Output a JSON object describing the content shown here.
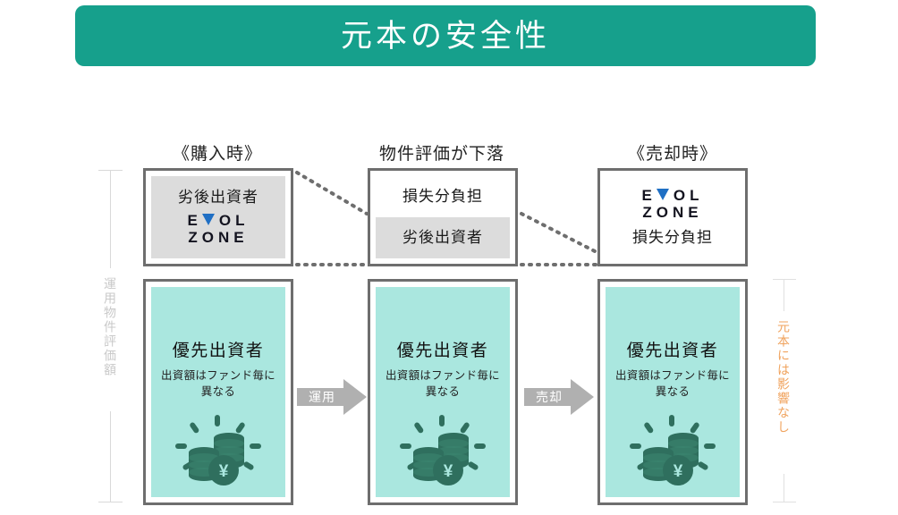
{
  "header": {
    "title": "元本の安全性",
    "bg_color": "#16a08c",
    "text_color": "#ffffff"
  },
  "axes": {
    "left": {
      "label": "運用物件評価額",
      "color": "#c9c9c9"
    },
    "right": {
      "label": "元本には影響なし",
      "color": "#f0a35e"
    }
  },
  "columns": [
    {
      "header": "《購入時》",
      "top_box": {
        "fill": "#dcdcdc",
        "label": "劣後出資者",
        "logo": {
          "line1": "EVOL",
          "line2": "ZONE",
          "triangle_color": "#1f6fc4"
        },
        "has_logo": true
      },
      "bottom_box": {
        "fill": "#aae7df",
        "title": "優先出資者",
        "subtitle": "出資額はファンド毎に異なる",
        "icon": "coins-yen-icon"
      }
    },
    {
      "header": "物件評価が下落",
      "top_box": {
        "upper_label": "損失分負担",
        "upper_fill": "#ffffff",
        "lower_label": "劣後出資者",
        "lower_fill": "#dcdcdc",
        "has_logo": false
      },
      "bottom_box": {
        "fill": "#aae7df",
        "title": "優先出資者",
        "subtitle": "出資額はファンド毎に異なる",
        "icon": "coins-yen-icon"
      }
    },
    {
      "header": "《売却時》",
      "top_box": {
        "fill": "#ffffff",
        "label": "損失分負担",
        "logo": {
          "line1": "EVOL",
          "line2": "ZONE",
          "triangle_color": "#1f6fc4"
        },
        "has_logo": true
      },
      "bottom_box": {
        "fill": "#aae7df",
        "title": "優先出資者",
        "subtitle": "出資額はファンド毎に異なる",
        "icon": "coins-yen-icon"
      }
    }
  ],
  "arrows": [
    {
      "label": "運用",
      "color": "#b0b0b0"
    },
    {
      "label": "売却",
      "color": "#b0b0b0"
    }
  ]
}
